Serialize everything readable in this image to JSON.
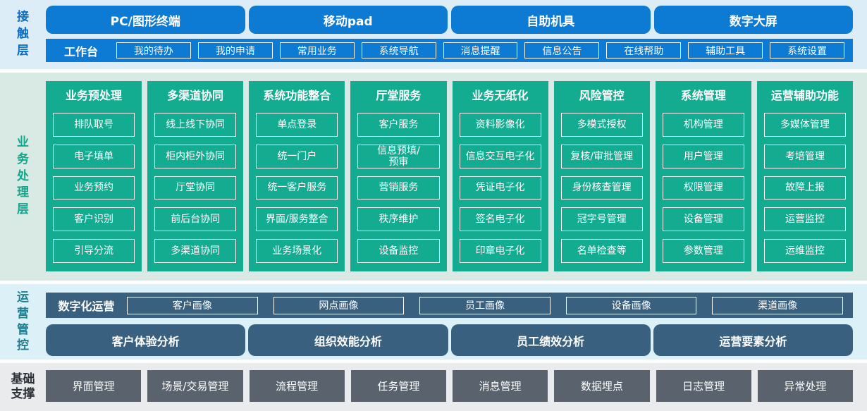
{
  "colors": {
    "blue": "#0d7ad3",
    "green": "#13ac91",
    "slate": "#39617f",
    "gray": "#5a636d",
    "band1_bg": "#ddedf8",
    "band2_bg": "#d9e9e3",
    "band3_bg": "#dcf0f8",
    "band4_bg": "#e9ebed",
    "label_blue": "#0b6dc4",
    "label_green": "#12a78d",
    "label_teal": "#1c7e8e",
    "label_dark": "#2c3138"
  },
  "contact_layer": {
    "label": "接触层",
    "terminals": [
      "PC/图形终端",
      "移动pad",
      "自助机具",
      "数字大屏"
    ],
    "workbench": {
      "label": "工作台",
      "items": [
        "我的待办",
        "我的申请",
        "常用业务",
        "系统导航",
        "消息提醒",
        "信息公告",
        "在线帮助",
        "辅助工具",
        "系统设置"
      ]
    }
  },
  "business_layer": {
    "label": "业务处理层",
    "columns": [
      {
        "title": "业务预处理",
        "items": [
          "排队取号",
          "电子填单",
          "业务预约",
          "客户识别",
          "引导分流"
        ]
      },
      {
        "title": "多渠道协同",
        "items": [
          "线上线下协同",
          "柜内柜外协同",
          "厅堂协同",
          "前后台协同",
          "多渠道协同"
        ]
      },
      {
        "title": "系统功能整合",
        "items": [
          "单点登录",
          "统一门户",
          "统一客户服务",
          "界面/服务整合",
          "业务场景化"
        ]
      },
      {
        "title": "厅堂服务",
        "items": [
          "客户服务",
          "信息预填/\n预审",
          "营销服务",
          "秩序维护",
          "设备监控"
        ]
      },
      {
        "title": "业务无纸化",
        "items": [
          "资料影像化",
          "信息交互电子化",
          "凭证电子化",
          "签名电子化",
          "印章电子化"
        ]
      },
      {
        "title": "风险管控",
        "items": [
          "多模式授权",
          "复核/审批管理",
          "身份核查管理",
          "冠字号管理",
          "名单检查等"
        ]
      },
      {
        "title": "系统管理",
        "items": [
          "机构管理",
          "用户管理",
          "权限管理",
          "设备管理",
          "参数管理"
        ]
      },
      {
        "title": "运营辅助功能",
        "items": [
          "多媒体管理",
          "考培管理",
          "故障上报",
          "运营监控",
          "运维监控"
        ]
      }
    ]
  },
  "operations_layer": {
    "label": "运营管控",
    "digital_ops": {
      "label": "数字化运营",
      "items": [
        "客户画像",
        "网点画像",
        "员工画像",
        "设备画像",
        "渠道画像"
      ]
    },
    "analysis": [
      "客户体验分析",
      "组织效能分析",
      "员工绩效分析",
      "运营要素分析"
    ]
  },
  "foundation_layer": {
    "label": "基础支撑",
    "items": [
      "界面管理",
      "场景/交易管理",
      "流程管理",
      "任务管理",
      "消息管理",
      "数据埋点",
      "日志管理",
      "异常处理"
    ]
  }
}
